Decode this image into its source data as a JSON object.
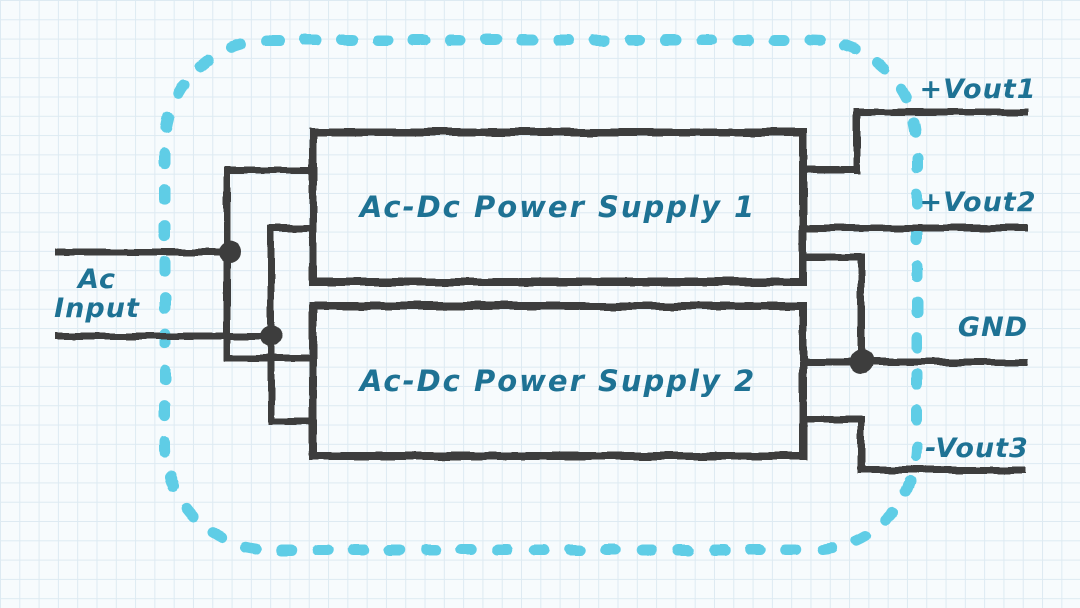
{
  "diagram": {
    "input_label": {
      "line1": "Ac",
      "line2": "Input"
    },
    "blocks": [
      {
        "label": "Ac-Dc Power Supply 1"
      },
      {
        "label": "Ac-Dc Power Supply 2"
      }
    ],
    "output_labels": [
      "+Vout1",
      "+Vout2",
      "GND",
      "-Vout3"
    ],
    "colors": {
      "wire": "#3d3d3d",
      "label_text": "#1e7294",
      "boundary": "#5fcde6",
      "grid_line": "#ddeaf2",
      "background": "#f7fbfd"
    }
  }
}
